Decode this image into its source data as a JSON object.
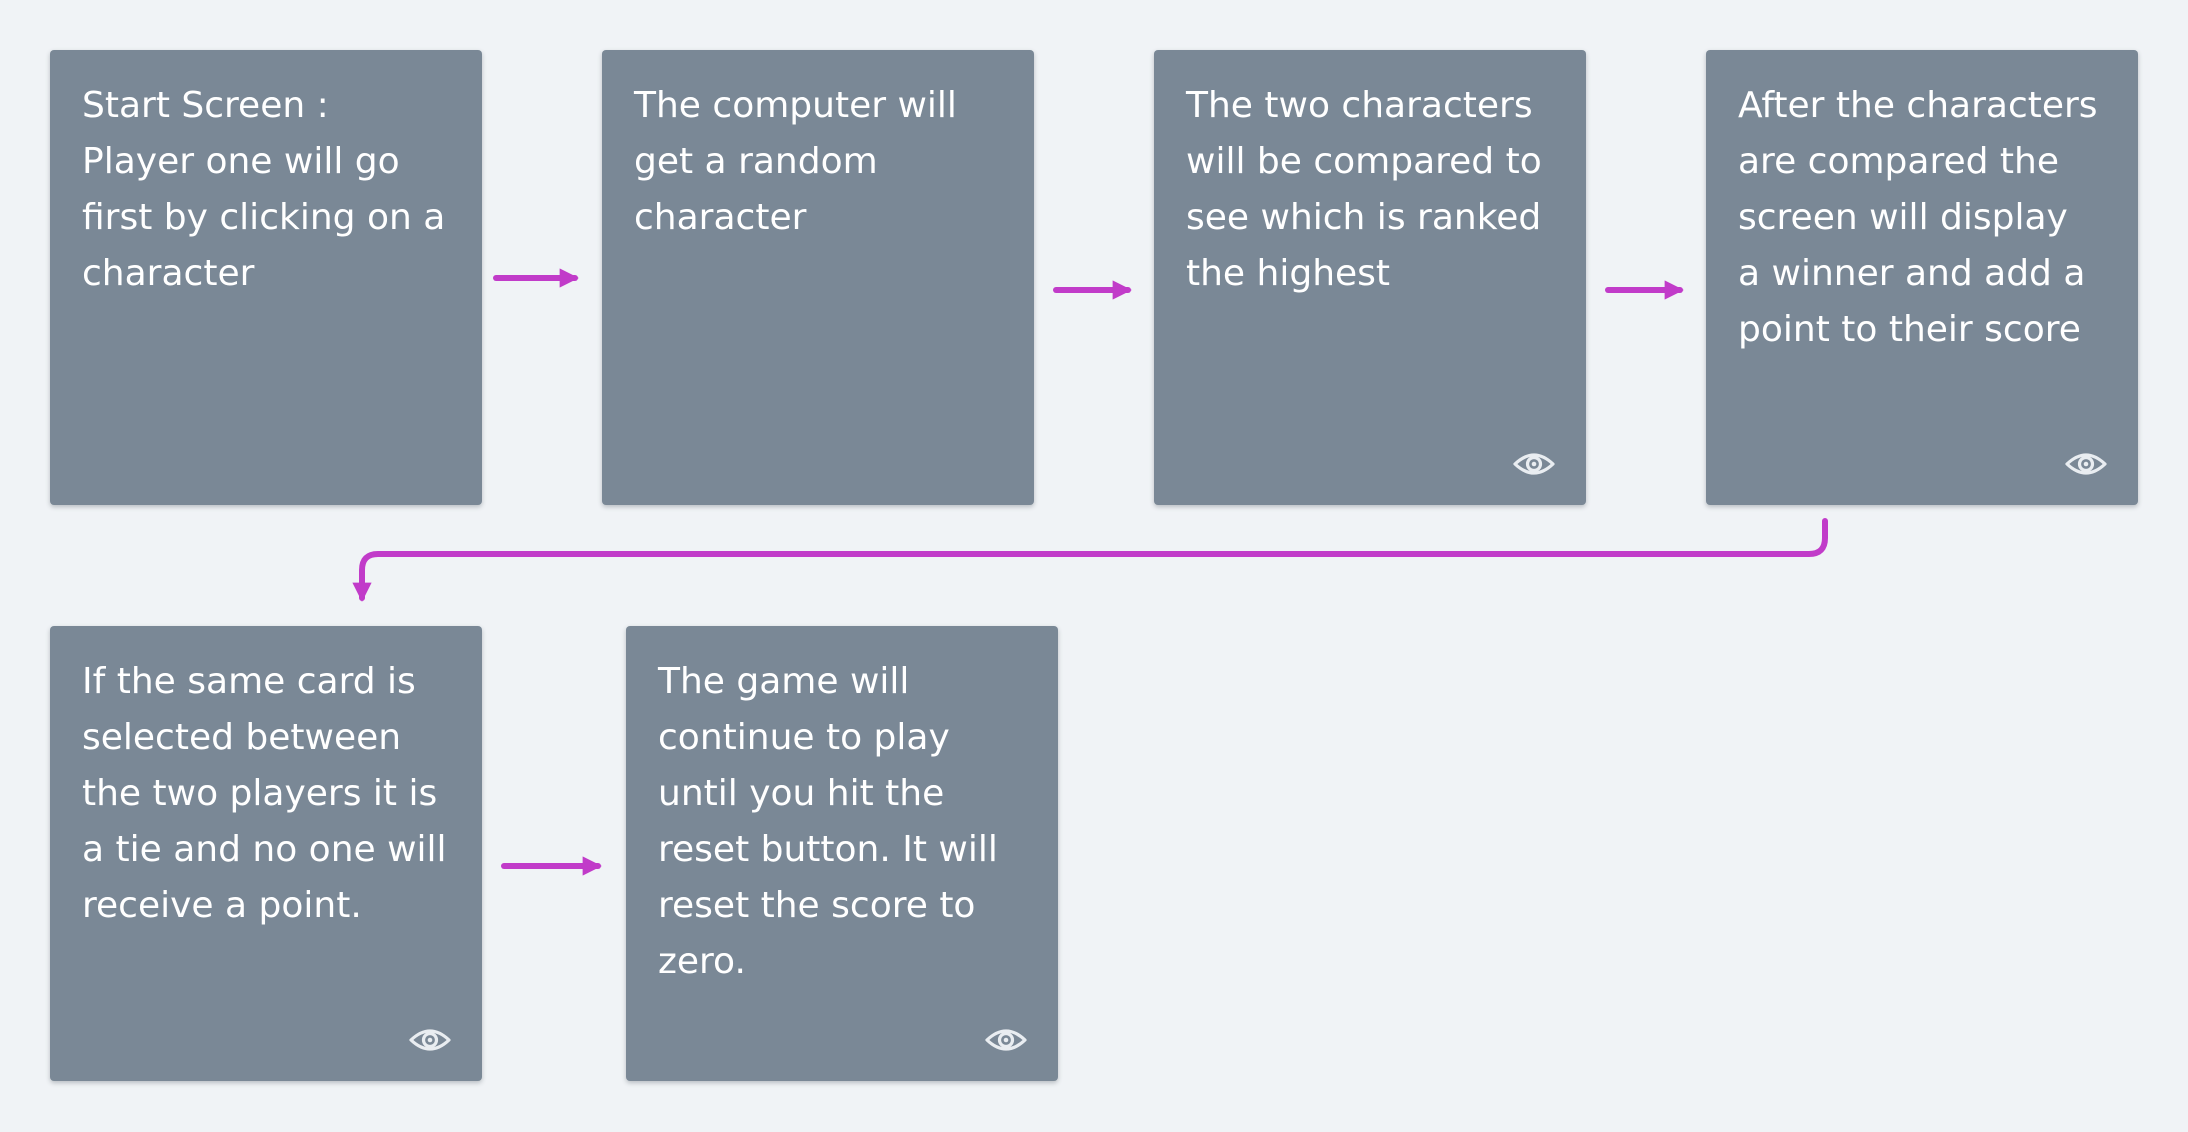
{
  "accent_color": "#c13bc9",
  "card_color": "#7a8896",
  "background_color": "#f0f3f6",
  "cards": [
    {
      "text": "Start Screen :\nPlayer one will go\nfirst by clicking on a\ncharacter",
      "has_eye_icon": false
    },
    {
      "text": "The computer will\nget a random\ncharacter",
      "has_eye_icon": false
    },
    {
      "text": "The two characters\nwill be compared to\nsee which is ranked\nthe highest",
      "has_eye_icon": true
    },
    {
      "text": "After the characters\nare compared the\nscreen will display\na winner and add a\npoint to their score",
      "has_eye_icon": true
    },
    {
      "text": "If the same card is\nselected between\nthe two players it is\na tie and no one will\nreceive a point.",
      "has_eye_icon": true
    },
    {
      "text": "The game will\ncontinue to play\nuntil you hit the\nreset button. It will\nreset the score to\nzero.",
      "has_eye_icon": true
    }
  ],
  "connections": [
    {
      "from": 0,
      "to": 1
    },
    {
      "from": 1,
      "to": 2
    },
    {
      "from": 2,
      "to": 3
    },
    {
      "from": 3,
      "to": 4
    },
    {
      "from": 4,
      "to": 5
    }
  ],
  "icons": {
    "preview": "eye-icon"
  }
}
